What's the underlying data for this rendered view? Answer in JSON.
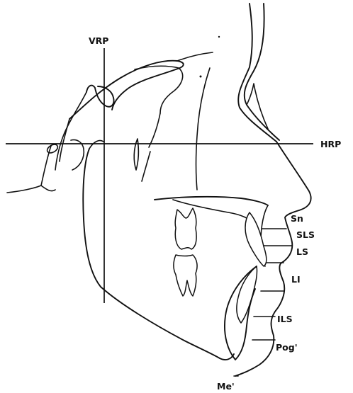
{
  "labels": {
    "vrp": "VRP",
    "hrp": "HRP",
    "sn": "Sn",
    "sls": "SLS",
    "ls": "LS",
    "li": "LI",
    "ils": "ILS",
    "pog": "Pog'",
    "me": "Me'"
  }
}
